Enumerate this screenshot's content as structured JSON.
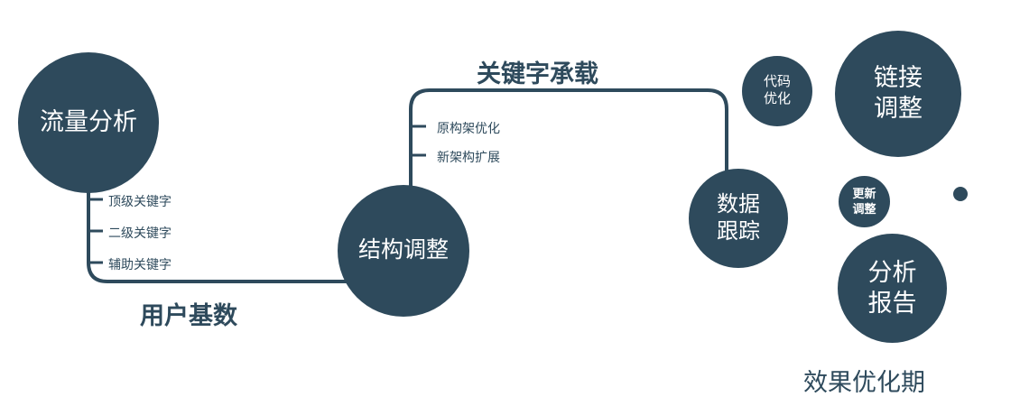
{
  "colors": {
    "primary": "#2e4a5c",
    "text_on_circle": "#ffffff"
  },
  "circles": {
    "traffic": {
      "label": "流量分析"
    },
    "structure": {
      "label": "结构调整"
    },
    "tracking": {
      "line1": "数据",
      "line2": "跟踪"
    },
    "code": {
      "line1": "代码",
      "line2": "优化"
    },
    "link": {
      "line1": "链接",
      "line2": "调整"
    },
    "update": {
      "line1": "更新",
      "line2": "调整"
    },
    "report": {
      "line1": "分析",
      "line2": "报告"
    }
  },
  "ticks": {
    "traffic": [
      "顶级关键字",
      "二级关键字",
      "辅助关键字"
    ],
    "structure": [
      "原构架优化",
      "新架构扩展"
    ]
  },
  "edge_labels": {
    "user_base": "用户基数",
    "keyword_carry": "关键字承载"
  },
  "footer": "效果优化期"
}
